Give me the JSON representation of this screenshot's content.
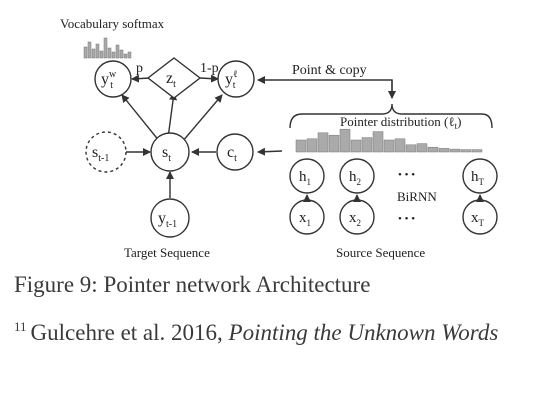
{
  "diagram": {
    "vocab_label": "Vocabulary softmax",
    "point_copy_label": "Point & copy",
    "pointer_dist_label": "Pointer distribution (ℓ",
    "pointer_dist_sub": "t",
    "pointer_dist_close": ")",
    "birnn_label": "BiRNN",
    "target_label": "Target Sequence",
    "source_label": "Source Sequence",
    "p_label": "p",
    "one_minus_p_label": "1-p",
    "ellipsis": "• • •",
    "nodes": {
      "yw": {
        "base": "y",
        "sup": "w",
        "sub": "t"
      },
      "z": {
        "base": "z",
        "sub": "t"
      },
      "yl": {
        "base": "y",
        "sup": "ℓ",
        "sub": "t"
      },
      "sprev": {
        "base": "s",
        "sub": "t-1"
      },
      "s": {
        "base": "s",
        "sub": "t"
      },
      "c": {
        "base": "c",
        "sub": "t"
      },
      "yprev": {
        "base": "y",
        "sub": "t-1"
      },
      "h1": {
        "base": "h",
        "sub": "1"
      },
      "h2": {
        "base": "h",
        "sub": "2"
      },
      "hT": {
        "base": "h",
        "sub": "T"
      },
      "x1": {
        "base": "x",
        "sub": "1"
      },
      "x2": {
        "base": "x",
        "sub": "2"
      },
      "xT": {
        "base": "x",
        "sub": "T"
      }
    },
    "vocab_bars": [
      0.55,
      0.8,
      0.45,
      0.7,
      0.35,
      1.0,
      0.5,
      0.3,
      0.65,
      0.4,
      0.2,
      0.3
    ],
    "pointer_bars": [
      0.5,
      0.55,
      0.8,
      0.7,
      0.95,
      0.5,
      0.6,
      0.85,
      0.5,
      0.55,
      0.3,
      0.35,
      0.2,
      0.15,
      0.12,
      0.1,
      0.1
    ]
  },
  "caption": "Figure 9: Pointer network Architecture",
  "footnote": {
    "number": "11",
    "authors": "Gulcehre et al. 2016, ",
    "title": "Pointing the Unknown Words"
  }
}
